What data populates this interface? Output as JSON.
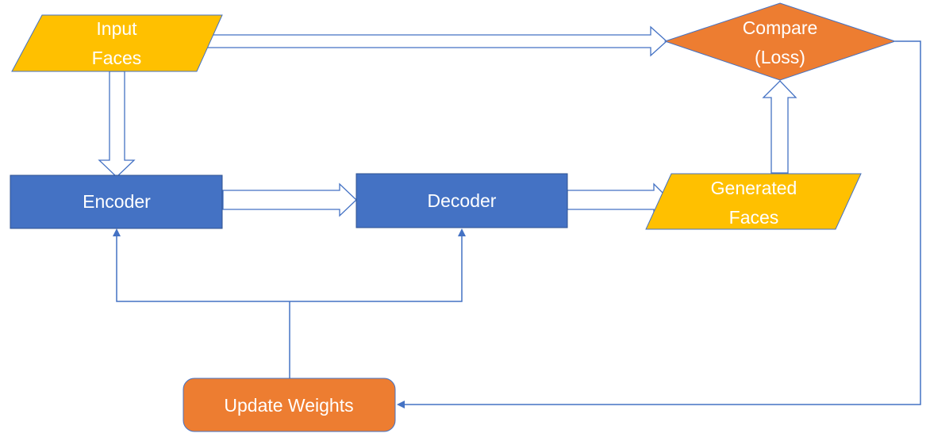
{
  "nodes": {
    "input_faces": {
      "line1": "Input",
      "line2": "Faces"
    },
    "encoder": {
      "label": "Encoder"
    },
    "decoder": {
      "label": "Decoder"
    },
    "generated_faces": {
      "line1": "Generated",
      "line2": "Faces"
    },
    "compare": {
      "line1": "Compare",
      "line2": "(Loss)"
    },
    "update_weights": {
      "label": "Update Weights"
    }
  },
  "colors": {
    "io_fill": "#FFC000",
    "process_fill": "#4472C4",
    "compare_fill": "#ED7D31",
    "edge_stroke": "#4472C4",
    "arrow_fill": "#FFFFFF"
  }
}
